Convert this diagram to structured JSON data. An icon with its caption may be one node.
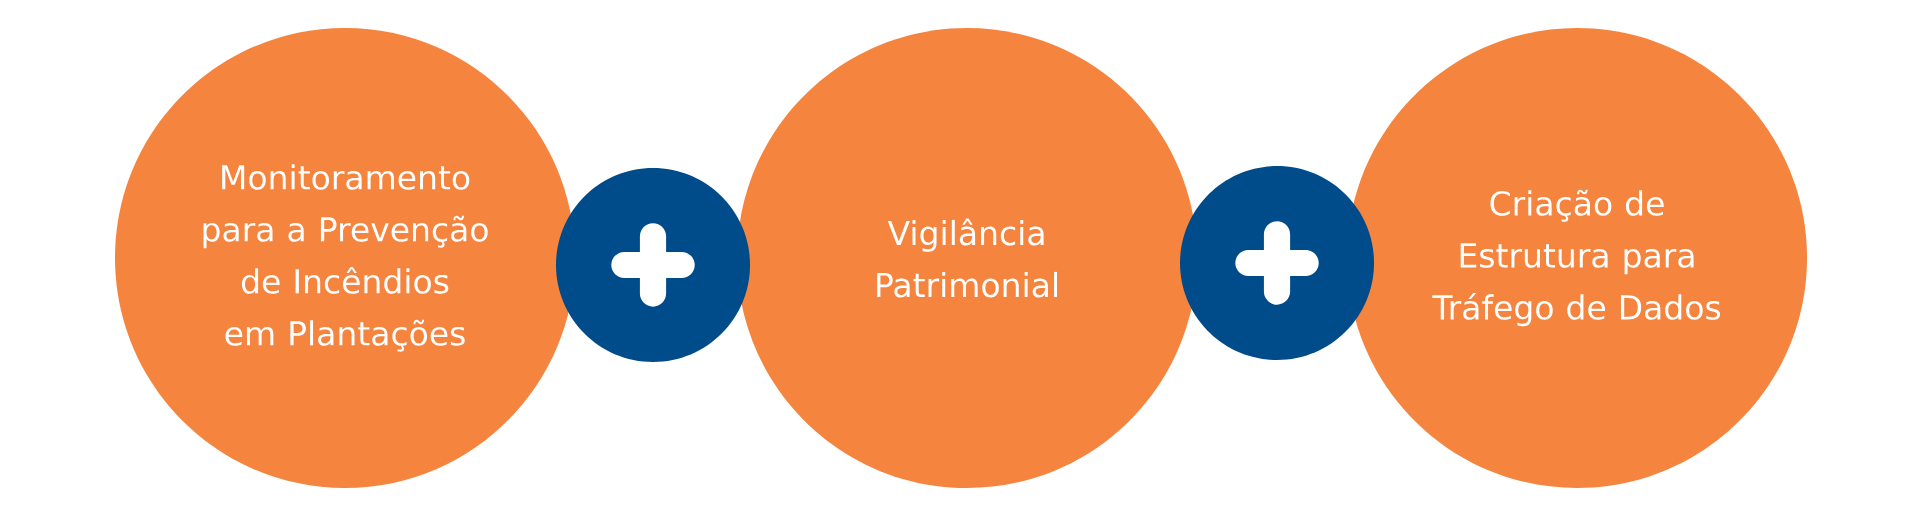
{
  "diagram": {
    "nodes": [
      {
        "text": [
          "Monitoramento para a Prevenção de Incêndios em Plantações"
        ]
      },
      {
        "text": [],
        "shape": "circle"
      },
      {
        "text": [
          "Vigilância Patrimonial"
        ]
      },
      {
        "text": [],
        "shape": "circle"
      },
      {
        "text": [
          "Criação de Estrutura para Tráfego de Dados"
        ]
      }
    ]
  }
}
